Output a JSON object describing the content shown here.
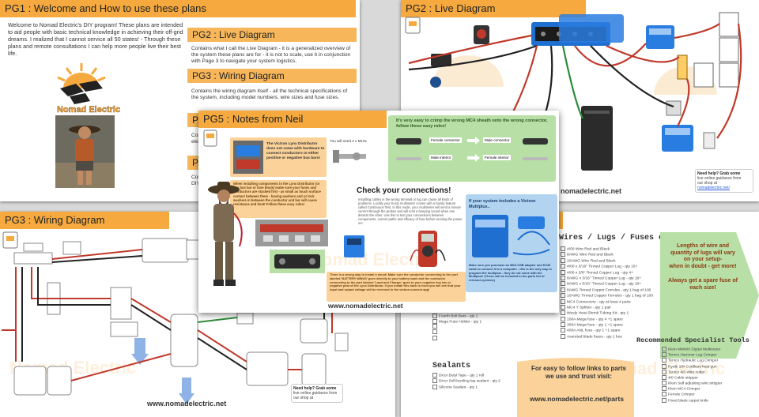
{
  "pg1": {
    "title": "PG1 : Welcome and How to use these plans",
    "intro": "Welcome to Nomad Electric's DIY program! These plans are intended to aid people with basic technical knowledge in achieving their off-grid dreams. I realized that I cannot service all 50 states! - Through these plans and remote consultations I can help more people live their best life.",
    "logo_text": "Nomad Electric",
    "sections": [
      {
        "title": "PG2 : Live Diagram",
        "text": "Contains what I call the Live Diagram - it is a generalized overview of the system these plans are for - it is not to scale, use it in conjunction with Page 3 to navigate your system logistics."
      },
      {
        "title": "PG3 : Wiring Diagram",
        "text": "Contains the wiring diagram itself - all the technical specifications of the system, including model numbers, wire sizes and fuse sizes."
      }
    ],
    "hidden_heading_fragments": [
      "P",
      "P"
    ],
    "hidden_text_fragments": [
      "Con",
      "ele",
      "Con",
      "DIY"
    ]
  },
  "pg2": {
    "title": "PG2 : Live Diagram",
    "help": {
      "line1": "Need help? Grab some",
      "line2": "live online guidance from",
      "line3": "our shop at",
      "link": "nomadelectric.net/"
    },
    "url": "nomadelectric.net"
  },
  "pg3": {
    "title": "PG3 : Wiring Diagram",
    "help": {
      "line1": "Need help? Grab some",
      "line2": "live online guidance from",
      "line3": "our shop at"
    },
    "url": "www.nomadelectric.net",
    "watermark": "Nomad Electric"
  },
  "pg4": {
    "wires_title": "Wires / Lugs / Fuses etc",
    "wires": [
      "4/00 Wire Red and Black",
      "8AWG Wire Red and Black",
      "10AWG Wire Red and Black",
      "4/00 x 3/16\" Tinned Copper Lug - qty 16+",
      "4/00 x 3/8\" Tinned Copper Lug - qty 4+",
      "8AWG x 3/16\" Tinned Copper Lug - qty 16+",
      "8AWG x 5/16\" Tinned Copper Lug - qty 16+",
      "8AWG Tinned Copper Ferrules - qty 1 bag of 100",
      "10AWG Tinned Copper Ferrules - qty 1 bag of 100",
      "MC4 Connectors - qty at least 4 pairs",
      "MC4 Y Splitter - qty 1 pair",
      "Wesly Heat Shrink Tubing Kit - qty 1",
      "100A Mega fuse - qty 4 +1 spare",
      "300A Mega fuse - qty 1 +1 spare",
      "400A ANL fuse - qty 1 +1 spare",
      "Assorted blade fuses - qty 1 box"
    ],
    "callout": {
      "a": "Lengths of wire and quantity of lugs will vary on your setup-",
      "b": "when in doubt - get more!",
      "c": "Always get a spare fuse of each size!"
    },
    "tools_title": "Recommended Specialist Tools",
    "tools": [
      "Klein MM400 Digital Multimeter",
      "Temco Hammer Lug Crimper",
      "Temco Hydraulic Lug Crimper",
      "Ryobi 18v Cordless heat gun",
      "Temco 4/0 Wire cutter",
      "4/0 Cable stripper",
      "Klein Self adjusting wire stripper",
      "Klein MC4 Crimper",
      "Ferrule Crimper",
      "Fixed blade carpet knife"
    ],
    "partial_items": [
      "Fourth Bolt Bars - qty 1",
      "Mega Fuse Holder - qty 1"
    ],
    "sealants_title": "Sealants",
    "sealants": [
      "Dicor Butyl Tape - qty 1 roll",
      "Dicor Self-leveling lap sealant - qty 2",
      "Silicone Sealant - qty 1"
    ],
    "parts_text": "For easy to follow links to parts we use and trust visit:",
    "parts_url": "www.nomadelectric.net/parts"
  },
  "pg5": {
    "title": "PG5 : Notes from Neil",
    "lynx_note": "The Victron Lynx Distributor does not come with hardware to connect conductors to either positive or negative bus bars!",
    "bolt_label": "You will need 4 x M10x",
    "install_note": "When installing components in the Lynx Distributor (or any bus bar or fuse block) make sure your fuses and conductors are stacked first - as small as touch surface contact between them - having washers and or lock washers in between the conductor and bar will cause resistance and heat! Follow these easy rules!",
    "check_title": "Check your connections!",
    "check_text": "Installing cables in the wrong terminal or lug can cause all kinds of problems. Luckily your trusty multimeter comes with a handy feature called Continuous Test. In this mode, your multimeter will send a minute current through the probes and will emit a beeping sound when one detects the other. Use this to test your connections between components, current paths and efficacy of fuse before running the power on!",
    "crimp_title": "It's very easy to crimp the wrong MC4 sheath onto the wrong connector, follow these easy rules!",
    "crimp_rows": [
      {
        "a": "Female connector",
        "b": "Male connector"
      },
      {
        "a": "Male interior",
        "b": "Female interior"
      }
    ],
    "victron_title": "If your system includes a Victron Multiplus..",
    "victron_text": "Make sure you purchase an MK3 USB adapter and RJ45 cable to connect it to a computer - this is the only way to program the multiplus - they do not come with the Multiplus! (These will be included in the parts list of relevant systems)",
    "shunt_text": "There is a wrong way to install a shunt! Make sure the conductor connecting to the port labeled 'BATTERY MINUS' goes directly to your battery bank and the conductor connecting to the port labeled 'Load and Charger' goes to your negative bus bar or negative post of the Lynx Distributor. If you install this back to front you will see that your input and output voltage will be reversed in the victron connect app!",
    "url": "www.nomadelectric.net",
    "watermark": "Nomad Electric"
  },
  "colors": {
    "accent": "#f5a93e",
    "note_orange": "#fbd39a",
    "note_green": "#b8dfa6",
    "note_blue": "#b3d4f0",
    "victron_blue": "#1f6fd1"
  }
}
